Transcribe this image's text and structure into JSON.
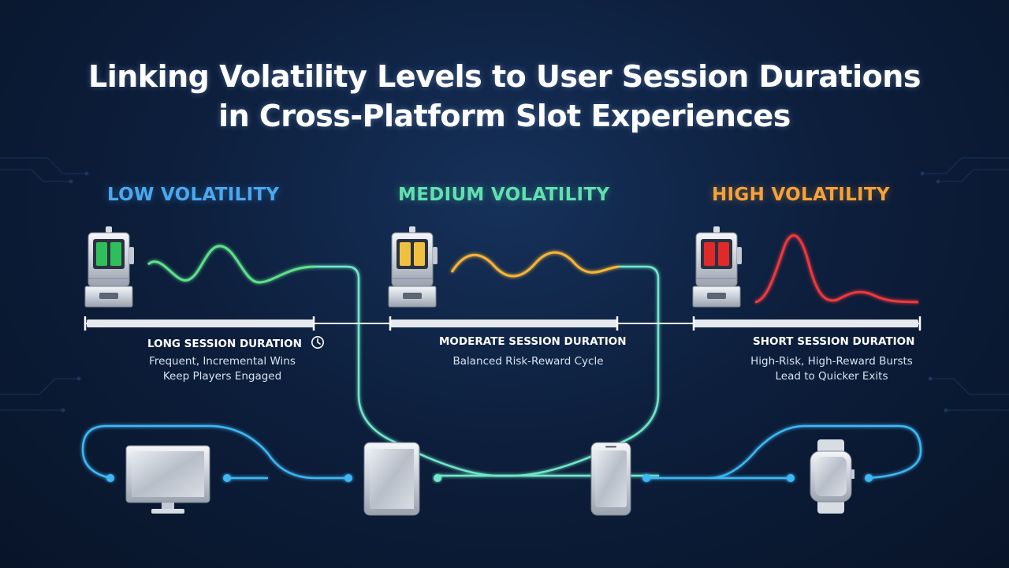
{
  "title": {
    "line1": "Linking Volatility Levels to User Session Durations",
    "line2": "in Cross-Platform Slot Experiences"
  },
  "segments": [
    {
      "heading": "LOW VOLATILITY",
      "color": "#4aa8f0",
      "reel_color": "#2fbf5a",
      "wave_color": "#5fe08a",
      "duration_label": "LONG SESSION DURATION",
      "icon": "clock-icon",
      "description": [
        "Frequent, Incremental Wins",
        "Keep Players Engaged"
      ]
    },
    {
      "heading": "MEDIUM VOLATILITY",
      "color": "#5fe0b0",
      "reel_color": "#f0c040",
      "wave_color": "#f5b535",
      "duration_label": "MODERATE SESSION DURATION",
      "description": [
        "Balanced Risk-Reward Cycle"
      ]
    },
    {
      "heading": "HIGH VOLATILITY",
      "color": "#f5a23a",
      "reel_color": "#e02a2a",
      "wave_color": "#f0383a",
      "duration_label": "SHORT SESSION DURATION",
      "description": [
        "High-Risk, High-Reward Bursts",
        "Lead to Quicker Exits"
      ]
    }
  ],
  "devices": [
    {
      "name": "desktop-monitor",
      "icon": "desktop-icon"
    },
    {
      "name": "tablet",
      "icon": "tablet-icon"
    },
    {
      "name": "smartphone",
      "icon": "smartphone-icon"
    },
    {
      "name": "smartwatch",
      "icon": "smartwatch-icon"
    }
  ],
  "connector_color": "#3db8f5",
  "cross_connector_color": "#6fe8c8"
}
